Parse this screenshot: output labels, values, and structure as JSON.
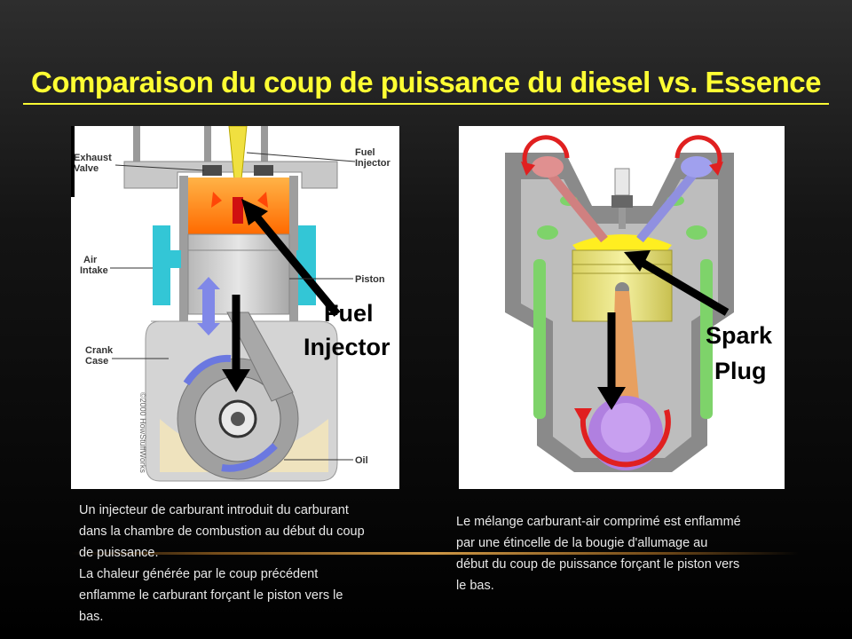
{
  "slide": {
    "title": "Comparaison du coup de puissance du diesel vs. Essence"
  },
  "diesel": {
    "labels": {
      "exhaust_valve_line1": "Exhaust",
      "exhaust_valve_line2": "Valve",
      "fuel_injector_line1": "Fuel",
      "fuel_injector_line2": "Injector",
      "air_intake_line1": "Air",
      "air_intake_line2": "Intake",
      "piston": "Piston",
      "crank_case_line1": "Crank",
      "crank_case_line2": "Case",
      "oil": "Oil",
      "copyright": "©2000 HowStuffWorks"
    },
    "callout_line1": "Fuel",
    "callout_line2": "Injector",
    "caption_lines": [
      "Un injecteur de carburant introduit du carburant",
      "dans la chambre de combustion au début du coup",
      "de puissance.",
      "La chaleur générée par le coup précédent",
      "enflamme le carburant forçant le piston vers le",
      "bas."
    ]
  },
  "gasoline": {
    "callout_line1": "Spark",
    "callout_line2": "Plug",
    "caption_lines": [
      "Le mélange carburant-air comprimé est enflammé",
      "par une étincelle de la bougie d'allumage au",
      "début du coup de puissance forçant le piston vers",
      "le bas."
    ]
  }
}
